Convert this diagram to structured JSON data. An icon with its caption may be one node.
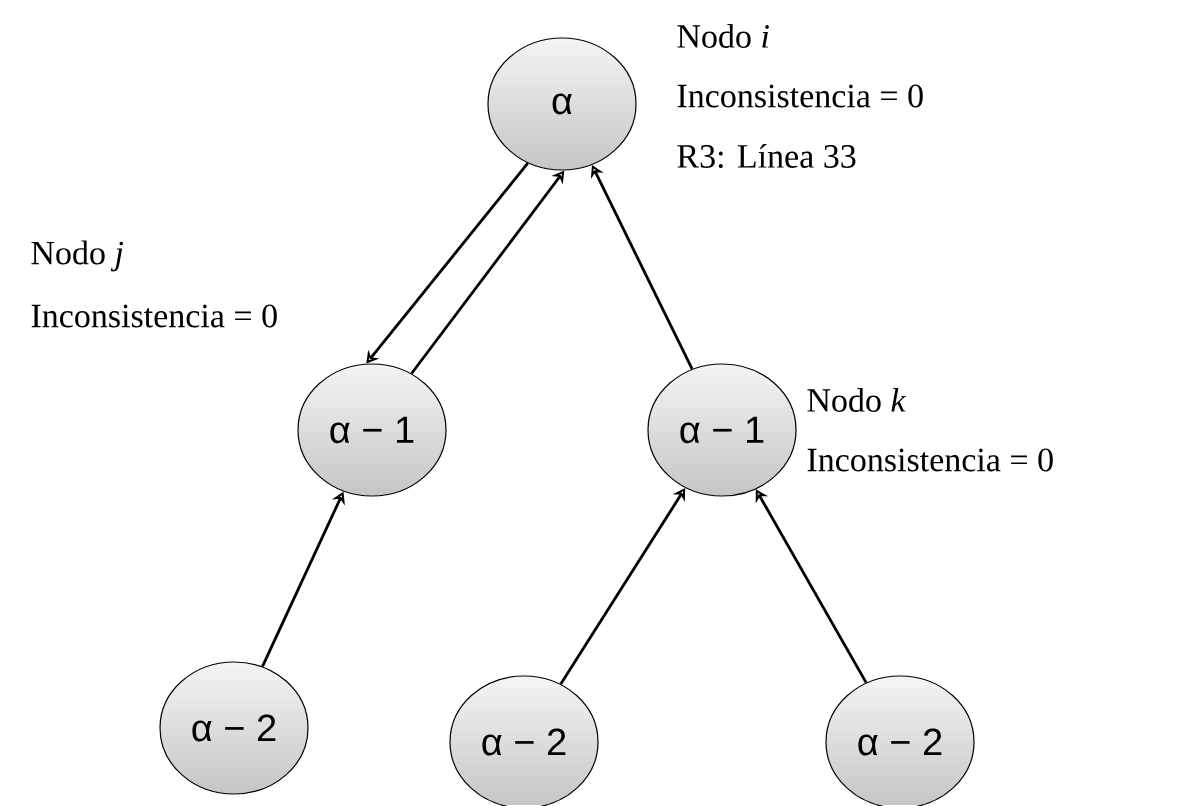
{
  "diagram": {
    "nodes": [
      {
        "text": [
          "α"
        ],
        "beside": [
          "Nodo *i*",
          "Inconsistencia = 0",
          "R3: Línea 33"
        ]
      },
      {
        "text": [
          "α − 1"
        ],
        "beside": [
          "Nodo *j*",
          "Inconsistencia = 0"
        ]
      },
      {
        "text": [
          "α − 1"
        ],
        "beside": [
          "Nodo *k*",
          "Inconsistencia = 0"
        ]
      },
      {
        "text": [
          "α − 2"
        ]
      },
      {
        "text": [
          "α − 2"
        ]
      },
      {
        "text": [
          "α − 2"
        ]
      }
    ],
    "edges": [
      {
        "from": 0,
        "to": 1,
        "arrow": "to"
      },
      {
        "from": 1,
        "to": 0,
        "arrow": "to"
      },
      {
        "from": 2,
        "to": 0,
        "arrow": "to"
      },
      {
        "from": 3,
        "to": 1,
        "arrow": "to"
      },
      {
        "from": 4,
        "to": 2,
        "arrow": "to"
      },
      {
        "from": 5,
        "to": 2,
        "arrow": "to"
      }
    ]
  }
}
